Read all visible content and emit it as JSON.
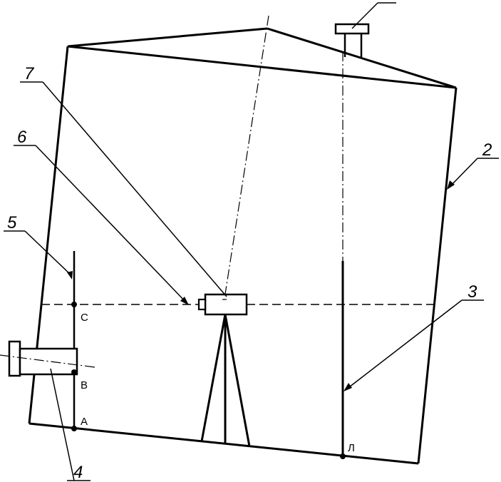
{
  "diagram": {
    "labels": {
      "n2": "2",
      "n3": "3",
      "n4": "4",
      "n5": "5",
      "n6": "6",
      "n7": "7"
    },
    "points": {
      "A": "A",
      "B": "B",
      "C": "C",
      "L": "Л"
    },
    "colors": {
      "stroke": "#000000",
      "background": "#ffffff"
    }
  }
}
